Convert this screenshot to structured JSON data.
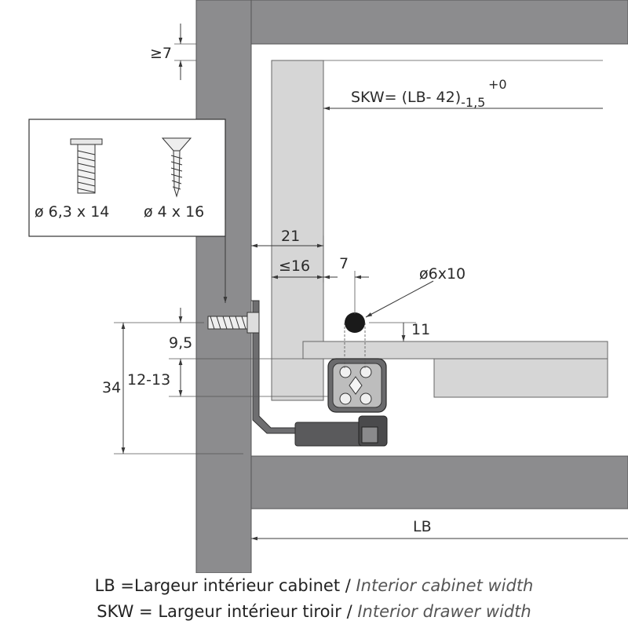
{
  "dims": {
    "top_gap": "≥7",
    "skw_formula": "SKW= (LB- 42)",
    "skw_tol_lower": "-1,5",
    "skw_tol_upper": "+0",
    "side_21": "21",
    "side_16": "≤16",
    "gap_7": "7",
    "dowel": "ø6x10",
    "height_11": "11",
    "h_9_5": "9,5",
    "h_12_13": "12-13",
    "h_34": "34",
    "lb": "LB"
  },
  "screws": [
    {
      "label": "ø 6,3 x 14"
    },
    {
      "label": "ø 4 x 16"
    }
  ],
  "legend": {
    "lb_fr": "LB =Largeur intérieur cabinet / ",
    "lb_en": "Interior cabinet width",
    "skw_fr": "SKW = Largeur intérieur tiroir / ",
    "skw_en": "Interior drawer width"
  },
  "colors": {
    "cabinet_panel": "#8c8c8e",
    "drawer_panel": "#d6d6d6",
    "slide_metal": "#5a5a5c",
    "dowel": "#1a1a1a"
  }
}
